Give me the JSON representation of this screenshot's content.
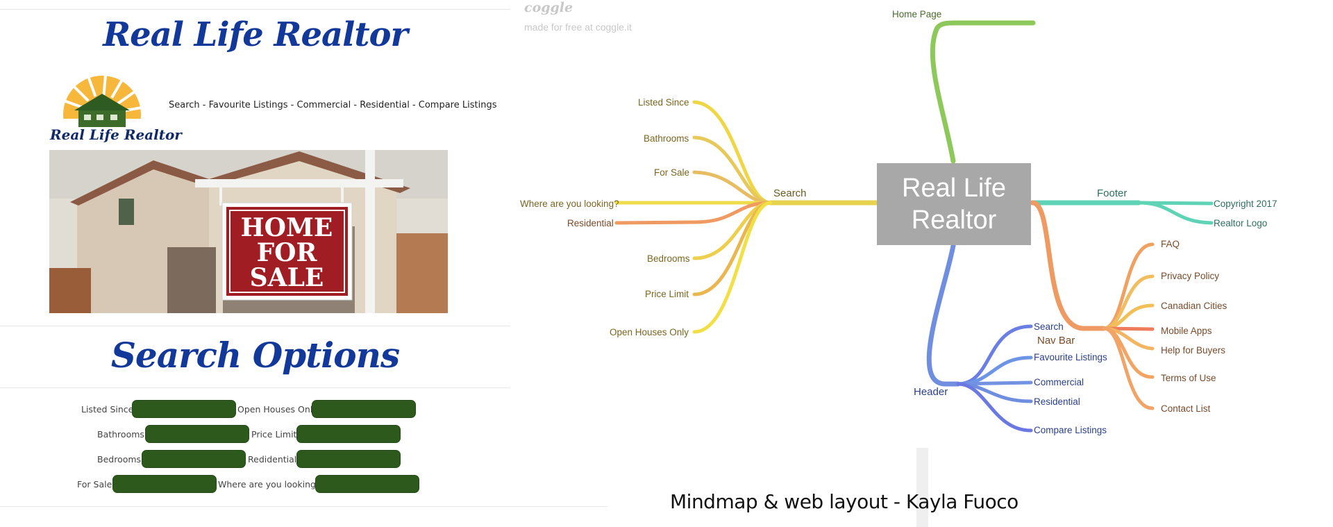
{
  "layout": {
    "brand_title": "Real Life Realtor",
    "logo_text": "Real Life Realtor",
    "nav_links": "Search - Favourite Listings - Commercial - Residential - Compare Listings",
    "hero_sign": [
      "HOME",
      "FOR",
      "SALE"
    ],
    "section_title": "Search Options",
    "form_rows": [
      {
        "label": "Listed Since",
        "label2": "Open Houses Only"
      },
      {
        "label": "Bathrooms",
        "label2": "Price Limit"
      },
      {
        "label": "Bedrooms",
        "label2": "Redidential"
      },
      {
        "label": "For Sale",
        "label2": "Where are you looking?"
      }
    ]
  },
  "mindmap": {
    "brand_mark": "coggle",
    "brand_sub": "made for free at coggle.it",
    "central": "Real Life Realtor",
    "home_page": "Home Page",
    "search": {
      "label": "Search",
      "children": [
        "Listed Since",
        "Bathrooms",
        "For Sale",
        "Where are you looking?",
        "Residential",
        "Bedrooms",
        "Price Limit",
        "Open Houses Only"
      ]
    },
    "footer": {
      "label": "Footer",
      "children": [
        "Copyright 2017",
        "Realtor Logo"
      ]
    },
    "nav_bar": {
      "label": "Nav Bar",
      "children": [
        "FAQ",
        "Privacy Policy",
        "Canadian Cities",
        "Mobile Apps",
        "Help for Buyers",
        "Terms of Use",
        "Contact List"
      ]
    },
    "header": {
      "label": "Header",
      "children": [
        "Search",
        "Favourite Listings",
        "Commercial",
        "Residential",
        "Compare Listings"
      ]
    },
    "colors": {
      "home": "#8dc85a",
      "search": "#e8d24a",
      "footer": "#5fd3b6",
      "nav": "#f0a060",
      "header": "#6f8ee0"
    }
  },
  "caption": "Mindmap & web layout - Kayla Fuoco"
}
